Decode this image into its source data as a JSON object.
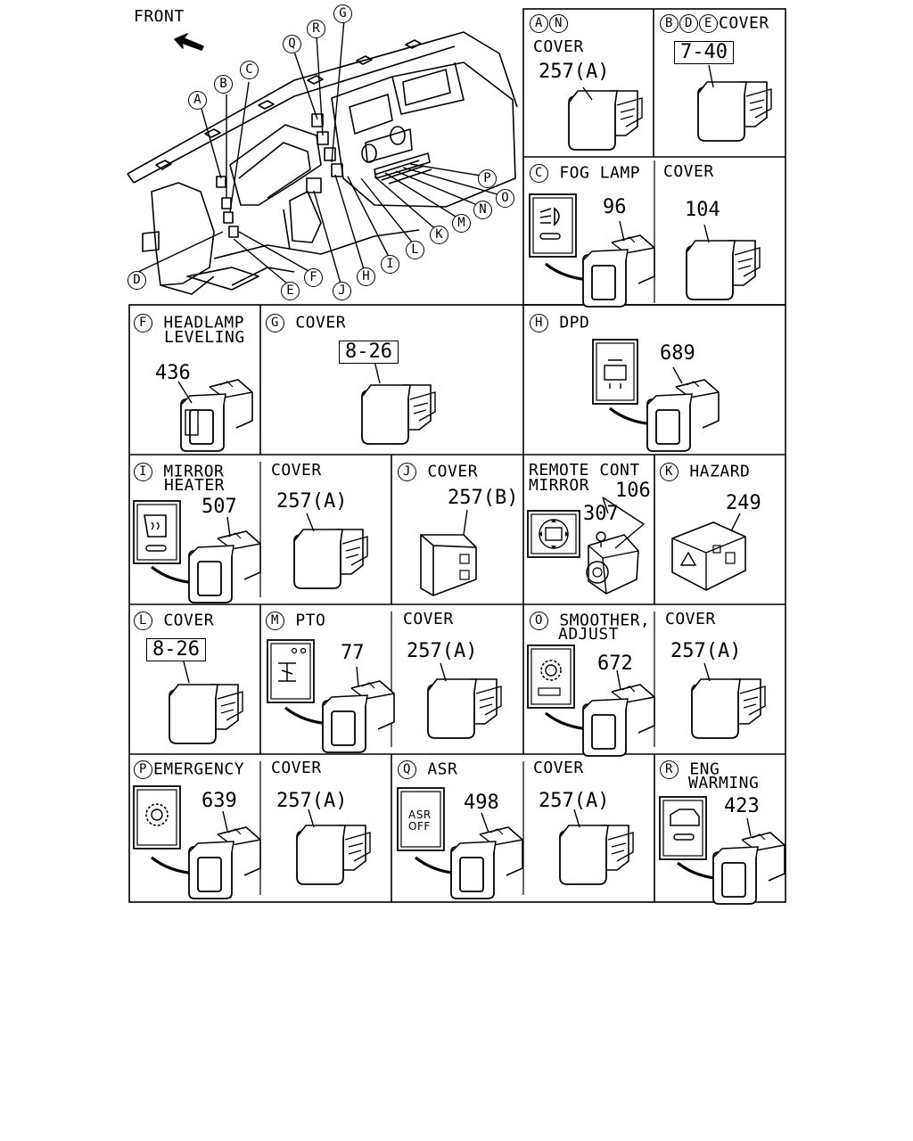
{
  "overview": {
    "front_label": "FRONT",
    "callouts": [
      "A",
      "B",
      "C",
      "D",
      "E",
      "F",
      "G",
      "H",
      "I",
      "J",
      "K",
      "L",
      "M",
      "N",
      "O",
      "P",
      "Q",
      "R"
    ]
  },
  "cells": {
    "an": {
      "keys": [
        "A",
        "N"
      ],
      "title": "COVER",
      "part": "257(A)"
    },
    "bde": {
      "keys": [
        "B",
        "D",
        "E"
      ],
      "title": "COVER",
      "part": "7-40"
    },
    "c": {
      "keys": [
        "C"
      ],
      "title": "FOG LAMP",
      "part": "96",
      "cover_title": "COVER",
      "cover_part": "104"
    },
    "f": {
      "keys": [
        "F"
      ],
      "title_line1": "HEADLAMP",
      "title_line2": "LEVELING",
      "part": "436"
    },
    "g": {
      "keys": [
        "G"
      ],
      "title": "COVER",
      "part": "8-26"
    },
    "h": {
      "keys": [
        "H"
      ],
      "title": "DPD",
      "part": "689"
    },
    "i": {
      "keys": [
        "I"
      ],
      "title_line1": "MIRROR",
      "title_line2": "HEATER",
      "part": "507",
      "cover_title": "COVER",
      "cover_part": "257(A)"
    },
    "j": {
      "keys": [
        "J"
      ],
      "title": "COVER",
      "part": "257(B)"
    },
    "remote": {
      "title_line1": "REMOTE CONT",
      "title_line2": "MIRROR",
      "part_a": "106",
      "part_b": "307"
    },
    "k": {
      "keys": [
        "K"
      ],
      "title": "HAZARD",
      "part": "249"
    },
    "l": {
      "keys": [
        "L"
      ],
      "title": "COVER",
      "part": "8-26"
    },
    "m": {
      "keys": [
        "M"
      ],
      "title": "PTO",
      "part": "77",
      "cover_title": "COVER",
      "cover_part": "257(A)"
    },
    "o": {
      "keys": [
        "O"
      ],
      "title_line1": "SMOOTHER,",
      "title_line2": "ADJUST",
      "part": "672",
      "cover_title": "COVER",
      "cover_part": "257(A)"
    },
    "p": {
      "keys": [
        "P"
      ],
      "title": "EMERGENCY",
      "part": "639",
      "cover_title": "COVER",
      "cover_part": "257(A)"
    },
    "q": {
      "keys": [
        "Q"
      ],
      "title": "ASR",
      "part": "498",
      "cover_title": "COVER",
      "cover_part": "257(A)",
      "icon_line1": "ASR",
      "icon_line2": "OFF"
    },
    "r": {
      "keys": [
        "R"
      ],
      "title_line1": "ENG",
      "title_line2": "WARMING",
      "part": "423"
    }
  }
}
